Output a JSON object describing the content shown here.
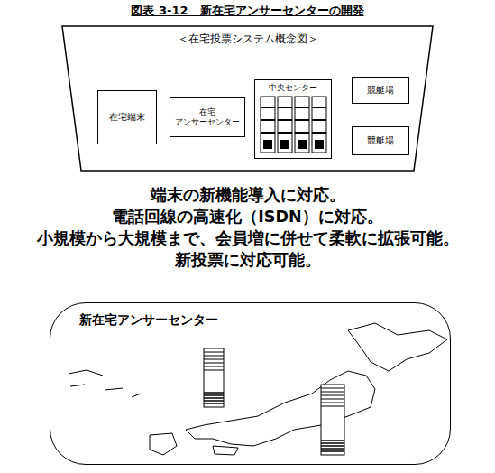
{
  "diagram": {
    "title": "図表 3-12　新在宅アンサーセンターの開発",
    "nodes": [
      {
        "text": [
          "＜在宅投票システム概念図＞"
        ]
      },
      {
        "text": [
          "在宅端末"
        ],
        "in": 0
      },
      {
        "text": [
          "在宅 アンサーセンター"
        ],
        "in": 0
      },
      {
        "text": [
          "中央センター"
        ],
        "in": 0
      },
      {
        "text": [
          "競艇場"
        ],
        "in": 0
      },
      {
        "text": [
          "競艇場"
        ],
        "in": 0
      },
      {
        "text": [
          "新在宅アンサーセンター"
        ]
      }
    ],
    "edges": [
      {
        "from": 1,
        "to": 2,
        "arrow": "none"
      },
      {
        "from": 2,
        "to": 3,
        "arrow": "none"
      },
      {
        "from": 3,
        "to": 4,
        "arrow": "none"
      },
      {
        "from": 3,
        "to": 5,
        "arrow": "none"
      }
    ],
    "labels": [
      "端末の新機能導入に対応。",
      "電話回線の高速化（ISDN）に対応。",
      "小規模から大規模まで、会員増に併せて柔軟に拡張可能。",
      "新投票に対応可能。"
    ]
  }
}
